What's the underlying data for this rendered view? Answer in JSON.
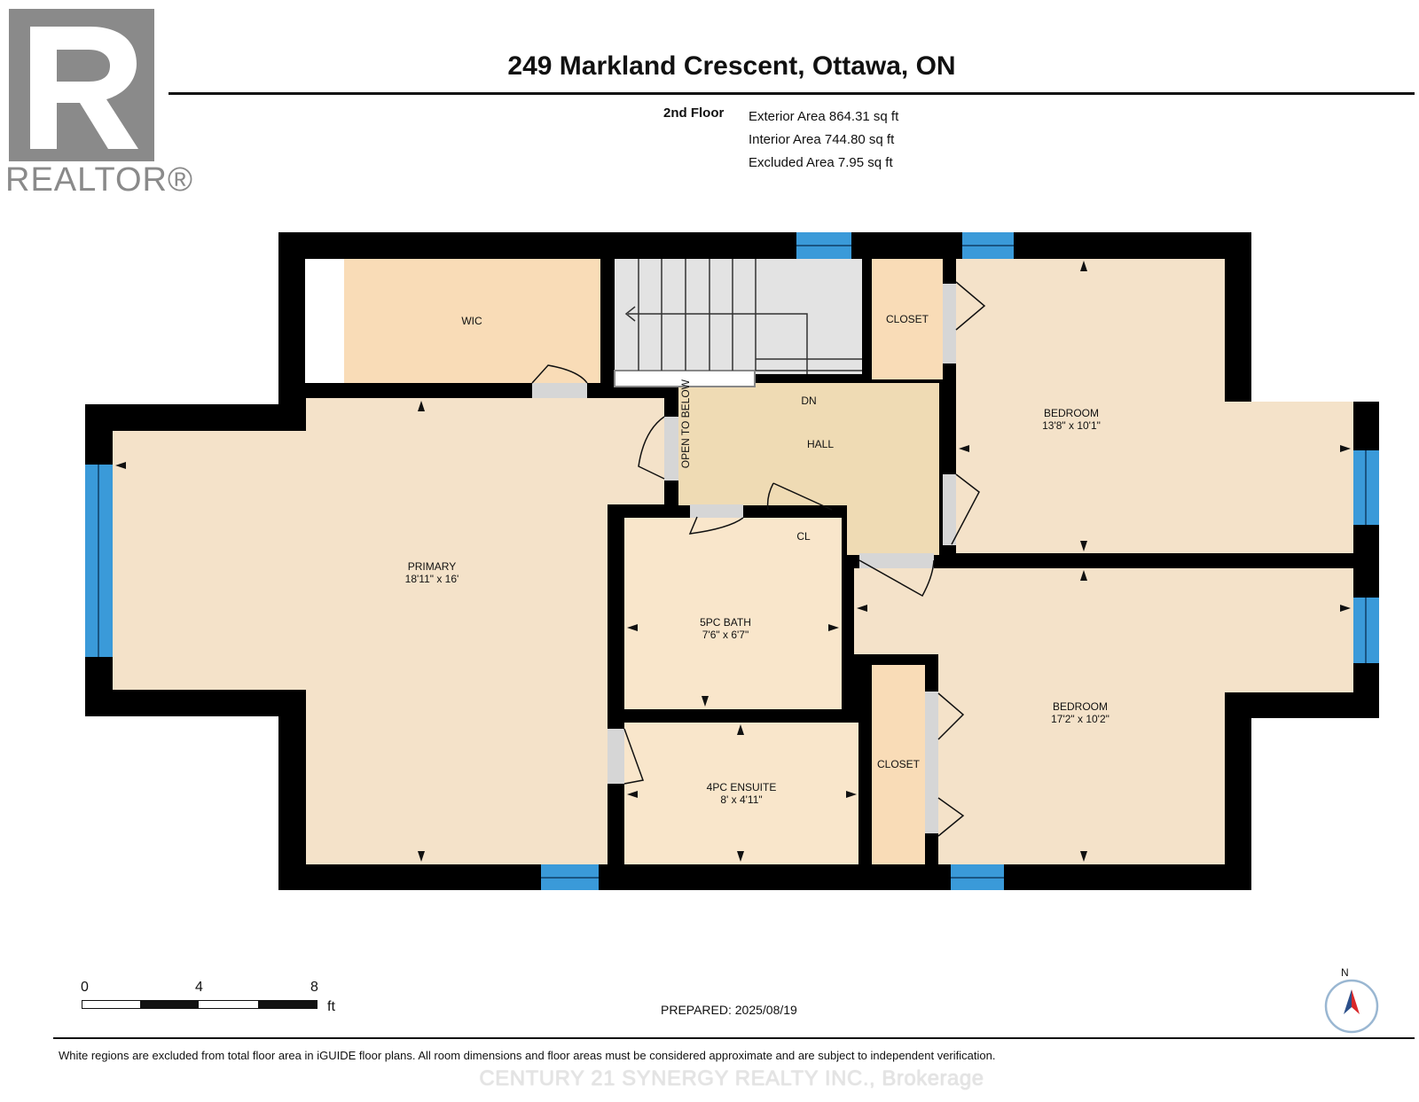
{
  "header": {
    "title": "249 Markland Crescent, Ottawa, ON",
    "logo_text": "REALTOR®"
  },
  "floor": {
    "name": "2nd Floor",
    "areas": [
      "Exterior Area 864.31 sq ft",
      "Interior Area 744.80 sq ft",
      "Excluded Area 7.95 sq ft"
    ]
  },
  "rooms": {
    "wic": {
      "name": "WIC",
      "dims": ""
    },
    "closet_top": {
      "name": "CLOSET",
      "dims": ""
    },
    "bedroom_top": {
      "name": "BEDROOM",
      "dims": "13'8\" x 10'1\""
    },
    "hall": {
      "name": "HALL",
      "dims": ""
    },
    "dn": {
      "name": "DN",
      "dims": ""
    },
    "open_below": {
      "name": "OPEN TO BELOW",
      "dims": ""
    },
    "cl": {
      "name": "CL",
      "dims": ""
    },
    "primary": {
      "name": "PRIMARY",
      "dims": "18'11\" x 16'"
    },
    "bath": {
      "name": "5PC BATH",
      "dims": "7'6\" x 6'7\""
    },
    "ensuite": {
      "name": "4PC ENSUITE",
      "dims": "8' x 4'11\""
    },
    "closet_bottom": {
      "name": "CLOSET",
      "dims": ""
    },
    "bedroom_bottom": {
      "name": "BEDROOM",
      "dims": "17'2\" x 10'2\""
    }
  },
  "scale": {
    "ticks": [
      "0",
      "4",
      "8"
    ],
    "unit": "ft"
  },
  "prepared": "PREPARED: 2025/08/19",
  "compass_label": "N",
  "footer": {
    "disclaimer": "White regions are excluded from total floor area in iGUIDE floor plans. All room dimensions and floor areas must be considered approximate and are subject to independent verification.",
    "brokerage": "CENTURY 21 SYNERGY REALTY INC., Brokerage"
  },
  "colors": {
    "wall": "#000000",
    "window": "#3a9ad9",
    "room_fill": "#f4e2c9",
    "wic_fill": "#f9dcb7",
    "hall_fill": "#efdbb4",
    "stairs_fill": "#e3e3e3",
    "door_fill": "#d6d6d6",
    "logo_gray": "#8a8a8a",
    "compass_red": "#d8282a"
  }
}
